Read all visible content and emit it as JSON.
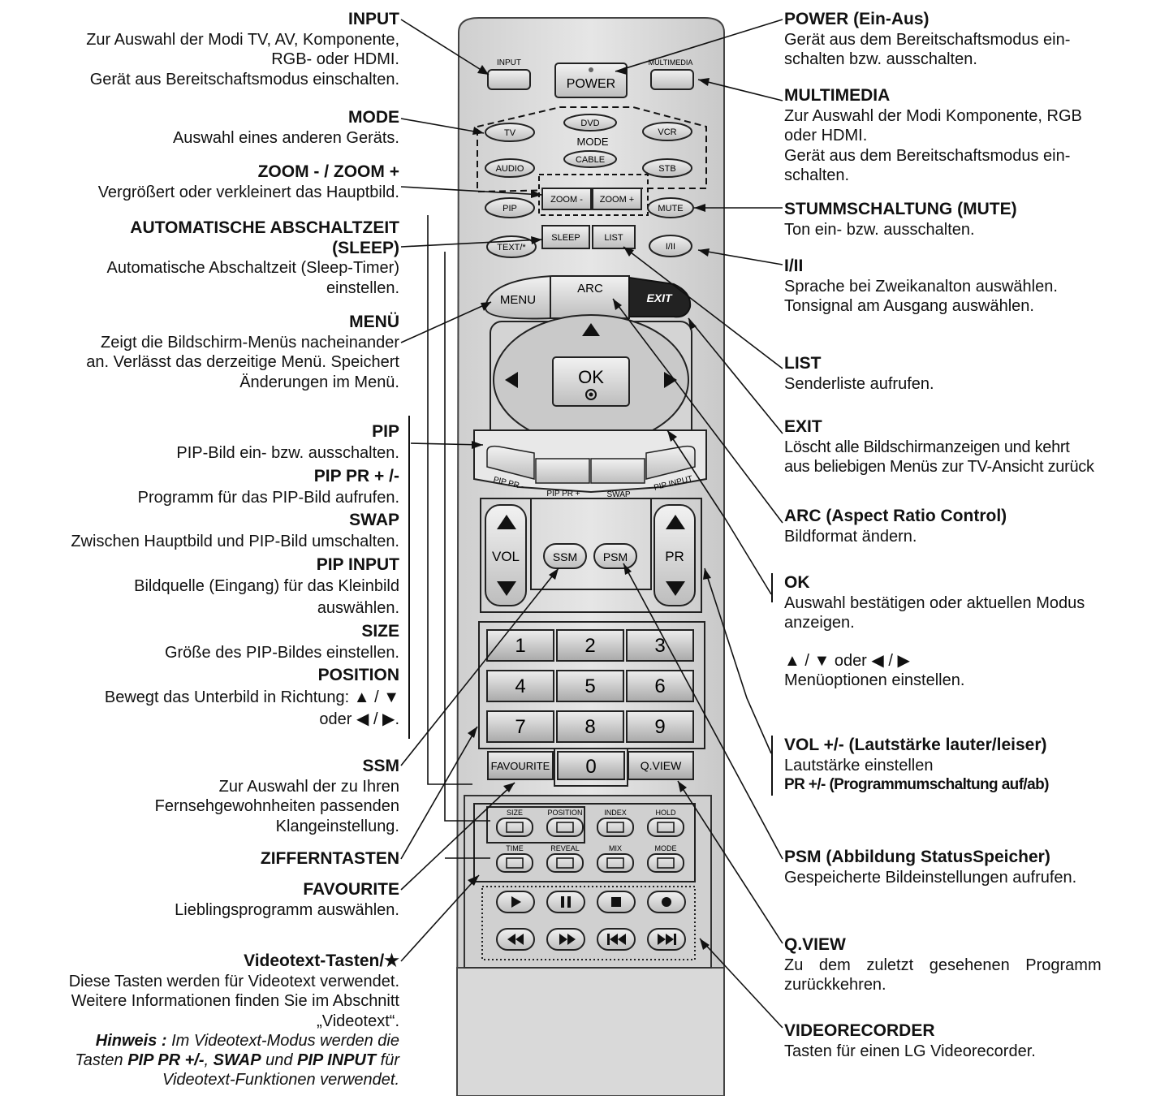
{
  "left": {
    "input": {
      "title": "INPUT",
      "desc": "Zur Auswahl der Modi TV, AV, Komponente,\nRGB- oder HDMI.\nGerät aus Bereitschaftsmodus einschalten."
    },
    "mode": {
      "title": "MODE",
      "desc": "Auswahl eines anderen Geräts."
    },
    "zoom": {
      "title": "ZOOM -  / ZOOM +",
      "desc": "Vergrößert oder verkleinert das Hauptbild."
    },
    "sleep": {
      "title": "AUTOMATISCHE ABSCHALTZEIT\n(SLEEP)",
      "desc": "Automatische Abschaltzeit (Sleep-Timer)\neinstellen."
    },
    "menu": {
      "title": "MENÜ",
      "desc": "Zeigt die Bildschirm-Menüs nacheinander\nan. Verlässt das derzeitige Menü. Speichert\nÄnderungen im Menü."
    },
    "pip": {
      "title": "PIP",
      "desc": "PIP-Bild ein- bzw. ausschalten."
    },
    "pippr": {
      "title": "PIP PR + /-",
      "desc": "Programm für das PIP-Bild aufrufen."
    },
    "swap": {
      "title": "SWAP",
      "desc": "Zwischen Hauptbild und PIP-Bild umschalten."
    },
    "pipinput": {
      "title": "PIP INPUT",
      "desc": "Bildquelle (Eingang) für das Kleinbild\nauswählen."
    },
    "size": {
      "title": "SIZE",
      "desc": "Größe des PIP-Bildes einstellen."
    },
    "position": {
      "title": "POSITION",
      "desc": "Bewegt das Unterbild in Richtung: ▲ / ▼\noder ◀ / ▶."
    },
    "ssm": {
      "title": "SSM",
      "desc": "Zur Auswahl der zu Ihren\nFernsehgewohnheiten passenden\nKlangeinstellung."
    },
    "numbers": {
      "title": "ZIFFERNTASTEN"
    },
    "favourite": {
      "title": "FAVOURITE",
      "desc": "Lieblingsprogramm auswählen."
    },
    "videotext": {
      "title": "Videotext-Tasten/★",
      "desc": "Diese Tasten werden für Videotext verwendet.\nWeitere Informationen finden Sie im Abschnitt\n„Videotext“.",
      "note_label": "Hinweis :",
      "note_a": " Im Videotext-Modus werden die\nTasten ",
      "note_b1": "PIP PR +/-",
      "note_c": ", ",
      "note_b2": "SWAP",
      "note_d": " und ",
      "note_b3": "PIP INPUT",
      "note_e": " für\nVideotext-Funktionen verwendet."
    }
  },
  "right": {
    "power": {
      "title": "POWER (Ein-Aus)",
      "desc": "Gerät aus dem Bereitschaftsmodus ein-\nschalten bzw. ausschalten."
    },
    "multimedia": {
      "title": "MULTIMEDIA",
      "desc": "Zur Auswahl der Modi Komponente, RGB\noder HDMI.\nGerät aus dem Bereitschaftsmodus ein-\nschalten."
    },
    "mute": {
      "title": "STUMMSCHALTUNG (MUTE)",
      "desc": "Ton ein- bzw. ausschalten."
    },
    "iii": {
      "title": "I/II",
      "desc": "Sprache bei Zweikanalton auswählen.\nTonsignal am Ausgang auswählen."
    },
    "list": {
      "title": "LIST",
      "desc": "Senderliste aufrufen."
    },
    "exit": {
      "title": "EXIT",
      "desc": "Löscht alle Bildschirmanzeigen und kehrt\naus beliebigen Menüs zur TV-Ansicht zurück"
    },
    "arc": {
      "title": "ARC (Aspect Ratio Control)",
      "desc": "Bildformat ändern."
    },
    "ok": {
      "title": "OK",
      "desc": "Auswahl bestätigen oder aktuellen Modus\nanzeigen.",
      "arrows": "▲ / ▼ oder ◀ / ▶",
      "arrows_desc": "Menüoptionen einstellen."
    },
    "vol": {
      "title": "VOL +/-  (Lautstärke lauter/leiser)",
      "desc": "Lautstärke einstellen",
      "pr": "PR +/-  (Programmumschaltung auf/ab)"
    },
    "psm": {
      "title": "PSM (Abbildung StatusSpeicher)",
      "desc": "Gespeicherte Bildeinstellungen aufrufen."
    },
    "qview": {
      "title": "Q.VIEW",
      "desc": "Zu dem zuletzt gesehenen Programm\nzurückkehren."
    },
    "vcr": {
      "title": "VIDEORECORDER",
      "desc": "Tasten für einen LG Videorecorder."
    }
  },
  "remote": {
    "input": "INPUT",
    "power": "POWER",
    "multimedia": "MULTIMEDIA",
    "tv": "TV",
    "dvd": "DVD",
    "vcr": "VCR",
    "mode": "MODE",
    "audio": "AUDIO",
    "cable": "CABLE",
    "stb": "STB",
    "pip": "PIP",
    "zoom_minus": "ZOOM -",
    "zoom_plus": "ZOOM +",
    "mute": "MUTE",
    "text": "TEXT/*",
    "sleep": "SLEEP",
    "list": "LIST",
    "iii": "I/II",
    "menu": "MENU",
    "arc": "ARC",
    "exit": "EXIT",
    "ok": "OK",
    "pip_pr_minus": "PIP PR -",
    "pip_pr_plus": "PIP PR +",
    "swap": "SWAP",
    "pip_input": "PIP INPUT",
    "vol": "VOL",
    "pr": "PR",
    "ssm": "SSM",
    "psm": "PSM",
    "digits": [
      "1",
      "2",
      "3",
      "4",
      "5",
      "6",
      "7",
      "8",
      "9"
    ],
    "favourite": "FAVOURITE",
    "zero": "0",
    "qview": "Q.VIEW",
    "tt_labels": [
      "SIZE",
      "POSITION",
      "INDEX",
      "HOLD",
      "TIME",
      "REVEAL",
      "MIX",
      "MODE"
    ]
  }
}
